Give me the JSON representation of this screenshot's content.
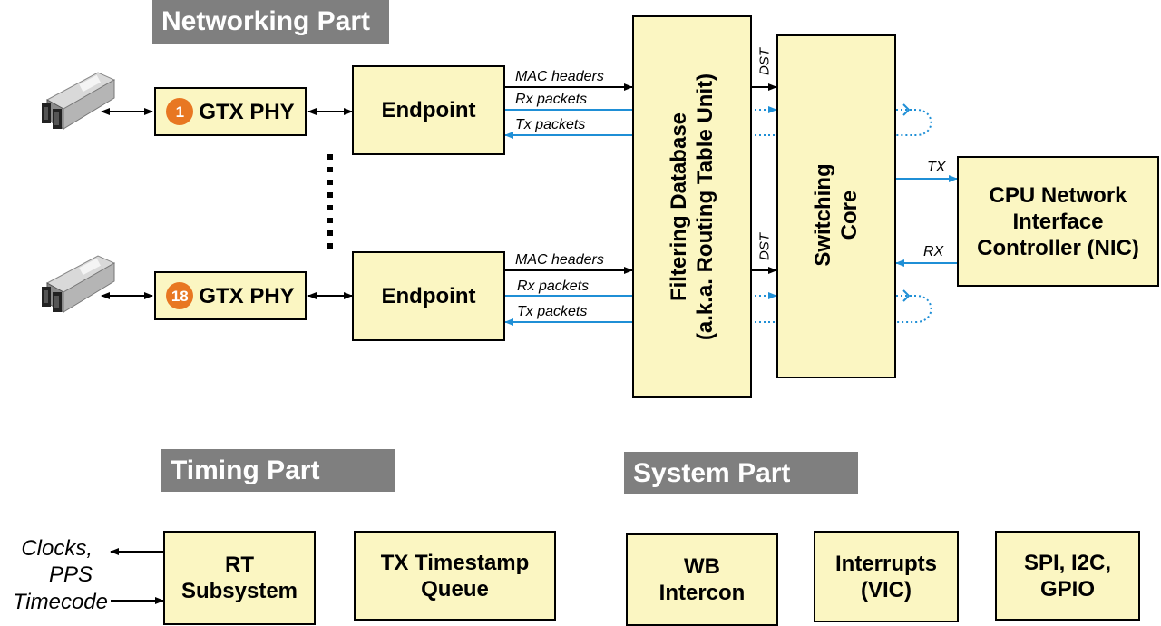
{
  "sections": {
    "networking": "Networking Part",
    "timing": "Timing Part",
    "system": "System Part"
  },
  "phy": [
    {
      "badge": "1",
      "label": "GTX PHY"
    },
    {
      "badge": "18",
      "label": "GTX PHY"
    }
  ],
  "endpoint": [
    "Endpoint",
    "Endpoint"
  ],
  "signals": {
    "mac_headers": "MAC headers",
    "rx_packets": "Rx packets",
    "tx_packets": "Tx packets",
    "dst": "DST",
    "tx": "TX",
    "rx": "RX"
  },
  "filtering_db": {
    "line1": "Filtering Database",
    "line2": "(a.k.a. Routing Table Unit)"
  },
  "switching_core": {
    "line1": "Switching",
    "line2": "Core"
  },
  "nic": {
    "line1": "CPU Network",
    "line2": "Interface",
    "line3": "Controller (NIC)"
  },
  "timing": {
    "outputs": {
      "line1": "Clocks,",
      "line2": "PPS"
    },
    "input": "Timecode",
    "rt": {
      "line1": "RT",
      "line2": "Subsystem"
    },
    "txts": {
      "line1": "TX Timestamp",
      "line2": "Queue"
    }
  },
  "system": {
    "wb": {
      "line1": "WB",
      "line2": "Intercon"
    },
    "irq": {
      "line1": "Interrupts",
      "line2": "(VIC)"
    },
    "io": {
      "line1": "SPI, I2C,",
      "line2": "GPIO"
    }
  },
  "colors": {
    "box_fill": "#fbf6c2",
    "header_bg": "#7f7f7f",
    "blue_line": "#1f8fd6",
    "badge": "#e87722"
  },
  "icons": [
    "sfp-transceiver-icon",
    "sfp-transceiver-icon"
  ]
}
